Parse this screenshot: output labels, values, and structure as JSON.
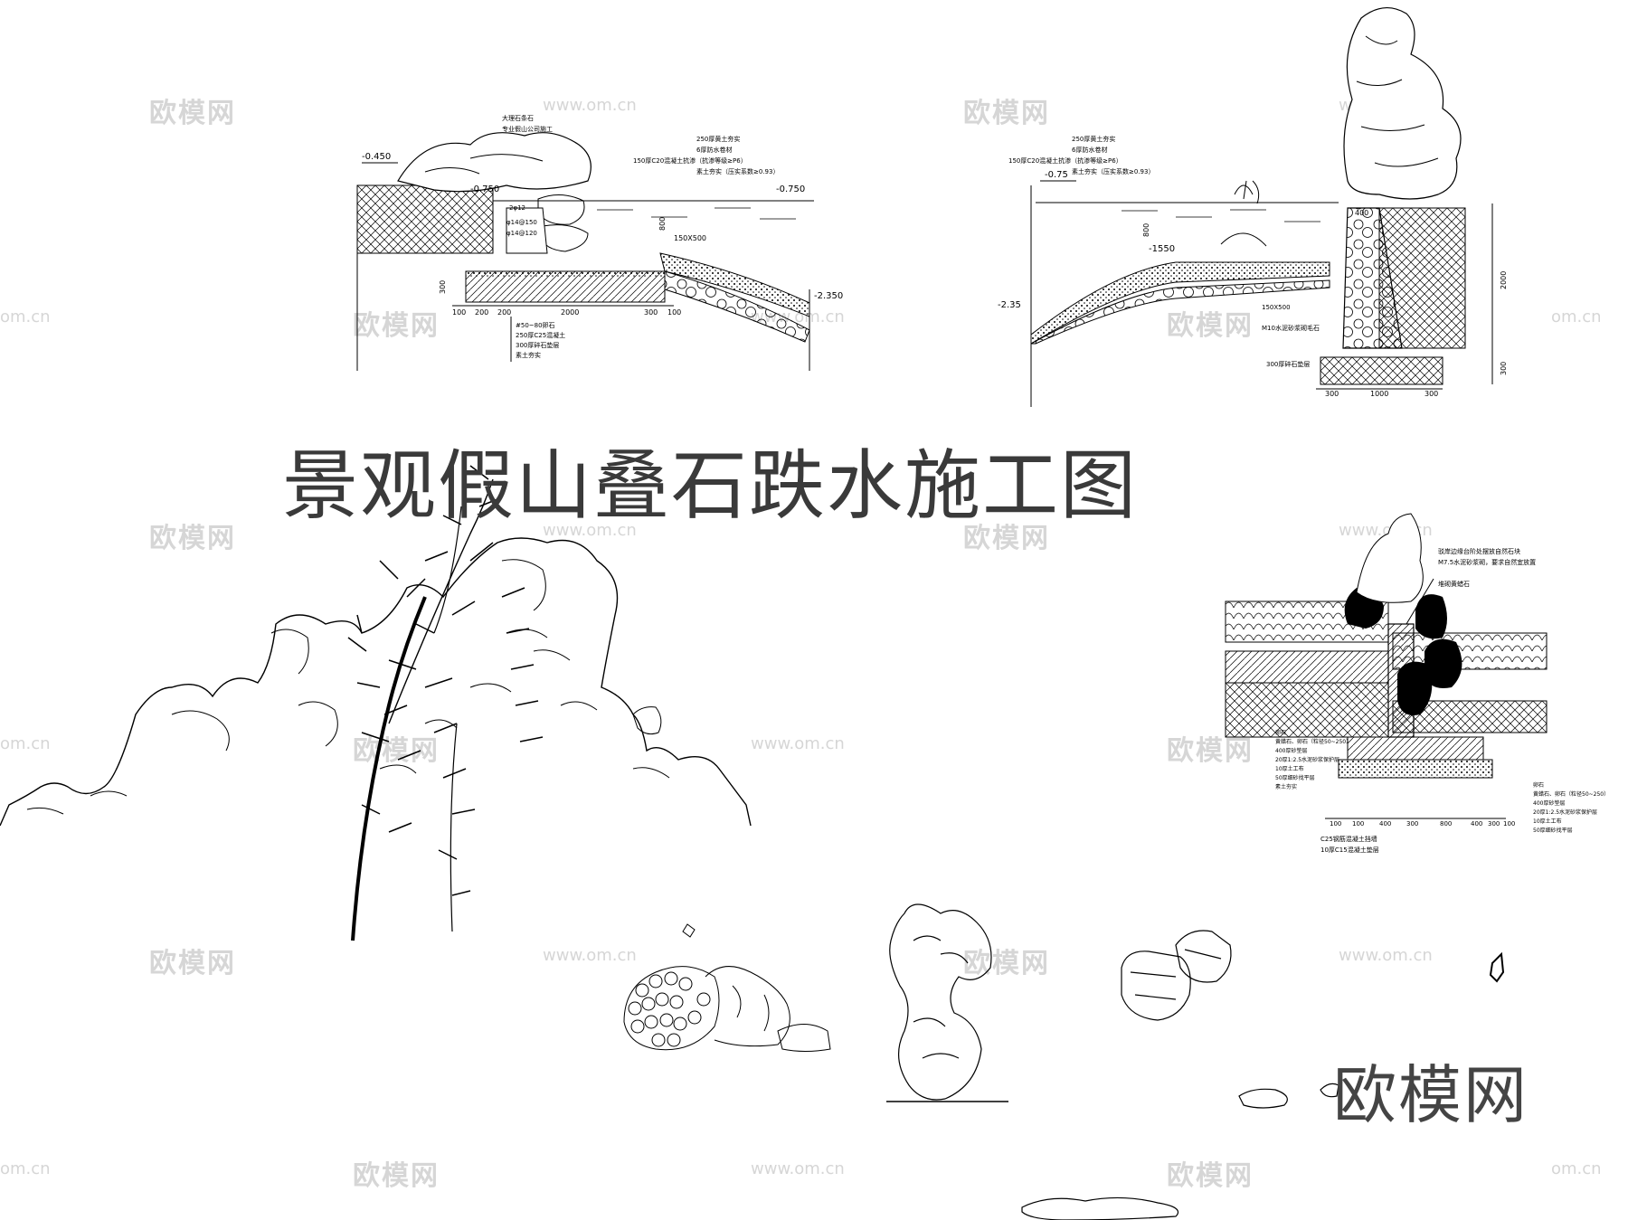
{
  "title": "景观假山叠石跌水施工图",
  "brand": "欧模网",
  "watermark": {
    "cn": "欧模网",
    "url": "www.om.cn",
    "url_short": "om.cn"
  },
  "section_left": {
    "levels": [
      "-0.450",
      "-0.750",
      "-0.750",
      "-2.350"
    ],
    "layer_notes": [
      "250厚黄土夯实",
      "6厚防水卷材",
      "150厚C20混凝土抗渗（抗渗等级≥P6）",
      "素土夯实（压实系数≥0.93）"
    ],
    "labels": [
      "大理石条石",
      "专业假山公司施工",
      "2φ12",
      "φ14@150",
      "φ14@120",
      "150X500",
      "100",
      "200",
      "200",
      "2000",
      "300",
      "100",
      "#50~80卵石",
      "250厚C25混凝土",
      "300厚碎石垫层",
      "素土夯实",
      "800",
      "300"
    ]
  },
  "section_right": {
    "levels": [
      "-0.75",
      "-1550",
      "-2.35"
    ],
    "layer_notes": [
      "250厚黄土夯实",
      "6厚防水卷材",
      "150厚C20混凝土抗渗（抗渗等级≥P6）",
      "素土夯实（压实系数≥0.93）"
    ],
    "labels": [
      "800",
      "400",
      "2000",
      "300",
      "150X500",
      "M10水泥砂浆砌毛石",
      "300厚碎石垫层",
      "300",
      "1000",
      "300"
    ]
  },
  "section_small": {
    "notes": [
      "驳岸边缘台阶处摆放自然石块",
      "M7.5水泥砂浆砌，要求自然宜放置",
      "堆砌黄蜡石"
    ],
    "left_notes": [
      "卵石",
      "黄蜡石、卵石（粒径50~250）",
      "400厚砂垫层",
      "20厚1:2.5水泥砂浆保护层",
      "10厚土工布",
      "50厚细砂找平层",
      "素土夯实",
      "C25钢筋混凝土挡墙",
      "10厚C15混凝土垫层"
    ],
    "right_notes": [
      "卵石",
      "黄蜡石、卵石（粒径50~250）",
      "400厚砂垫层",
      "20厚1:2.5水泥砂浆保护层",
      "10厚土工布",
      "50厚细砂找平层"
    ],
    "dims": [
      "100",
      "100",
      "400",
      "300",
      "800",
      "400",
      "300",
      "100"
    ]
  },
  "colors": {
    "line": "#000000",
    "title": "#3a3a3a",
    "watermark": "#d6d6d6"
  }
}
